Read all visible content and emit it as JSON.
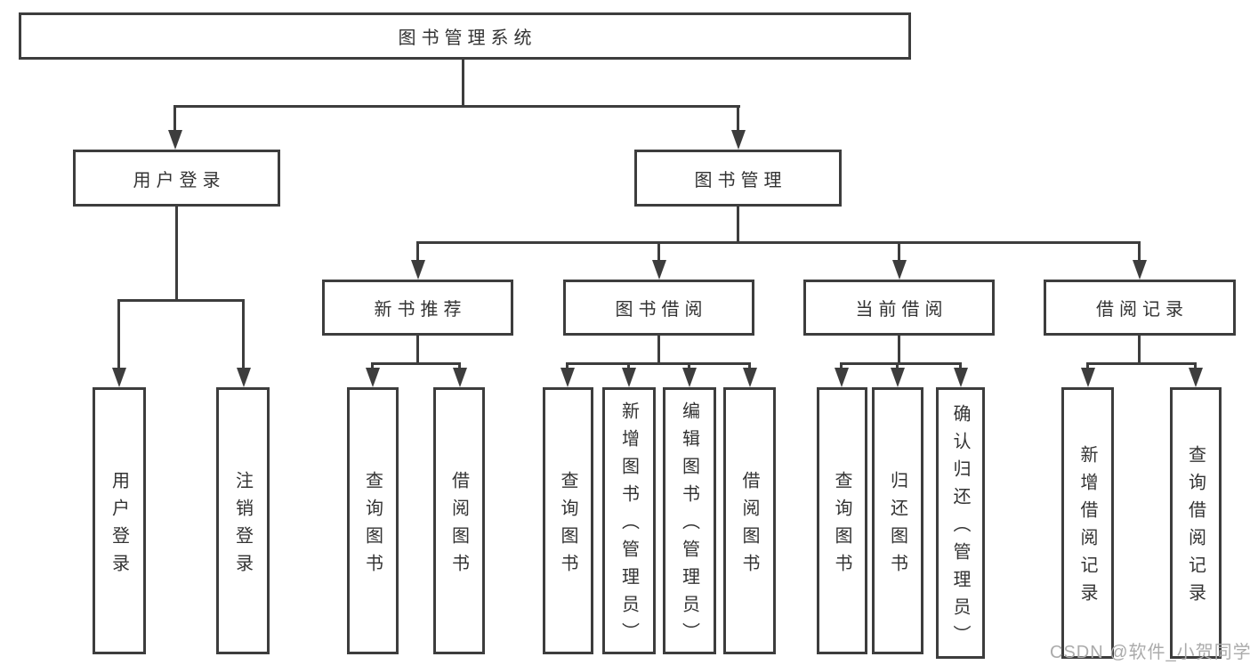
{
  "diagram": {
    "root": {
      "label": "图书管理系统"
    },
    "branches": [
      {
        "label": "用户登录",
        "children": [
          {
            "label": "用户登录"
          },
          {
            "label": "注销登录"
          }
        ]
      },
      {
        "label": "图书管理",
        "children": [
          {
            "label": "新书推荐",
            "children": [
              {
                "label": "查询图书"
              },
              {
                "label": "借阅图书"
              }
            ]
          },
          {
            "label": "图书借阅",
            "children": [
              {
                "label": "查询图书"
              },
              {
                "label": "新增图书（管理员）"
              },
              {
                "label": "编辑图书（管理员）"
              },
              {
                "label": "借阅图书"
              }
            ]
          },
          {
            "label": "当前借阅",
            "children": [
              {
                "label": "查询图书"
              },
              {
                "label": "归还图书"
              },
              {
                "label": "确认归还（管理员）"
              }
            ]
          },
          {
            "label": "借阅记录",
            "children": [
              {
                "label": "新增借阅记录"
              },
              {
                "label": "查询借阅记录"
              }
            ]
          }
        ]
      }
    ]
  },
  "watermark": {
    "text": "CSDN @软件_小贺同学"
  },
  "colors": {
    "line": "#3d3d3d",
    "text": "#333333",
    "watermark": "#ababab",
    "background": "#ffffff"
  }
}
